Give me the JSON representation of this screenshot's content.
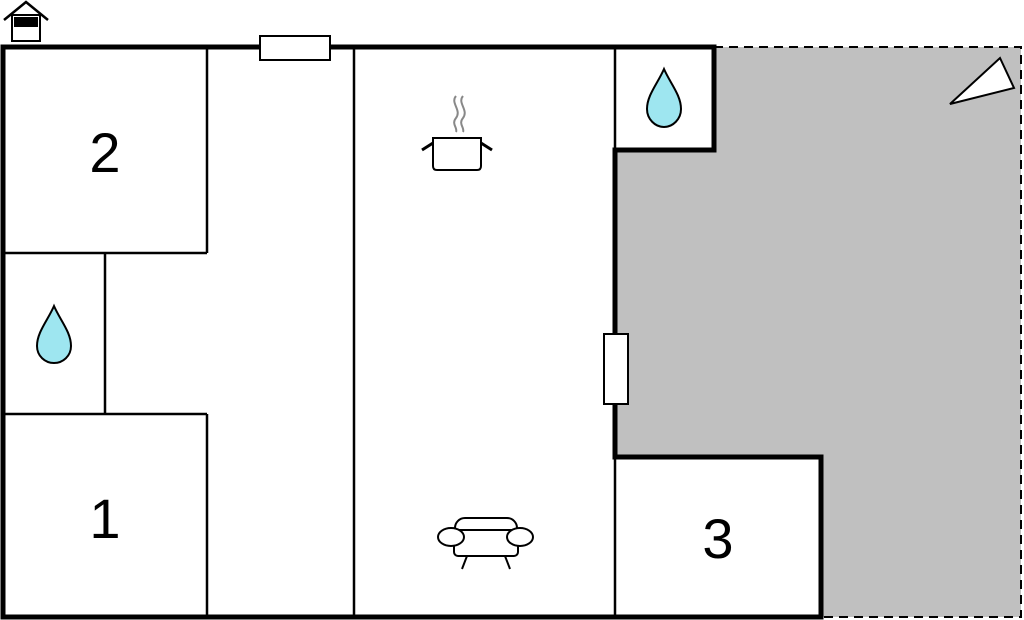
{
  "floorplan": {
    "colors": {
      "wall": "#000000",
      "terrace": "#c0c0c0",
      "water": "#9ee6f0",
      "background": "#ffffff"
    },
    "rooms": [
      {
        "id": "bedroom-2",
        "label": "2"
      },
      {
        "id": "bedroom-1",
        "label": "1"
      },
      {
        "id": "bedroom-3",
        "label": "3"
      }
    ],
    "icons": {
      "house": "house-icon",
      "bathroom": "water-drop-icon",
      "kitchen": "cooking-pot-icon",
      "living": "sofa-icon",
      "compass": "north-arrow-icon"
    }
  }
}
